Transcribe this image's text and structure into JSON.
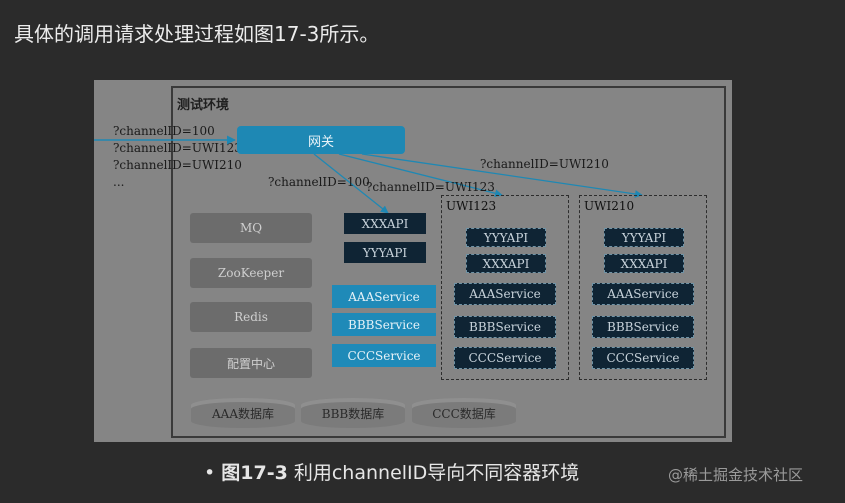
{
  "intro_text": "具体的调用请求处理过程如图17-3所示。",
  "figure": {
    "env_title": "测试环境",
    "incoming_params": [
      "?channelID=100",
      "?channelID=UWI123",
      "?channelID=UWI210",
      "..."
    ],
    "gateway_label": "网关",
    "route_labels": {
      "to_default": "?channelID=100",
      "to_uwi123": "?channelID=UWI123",
      "to_uwi210": "?channelID=UWI210"
    },
    "infra": [
      "MQ",
      "ZooKeeper",
      "Redis",
      "配置中心"
    ],
    "default_apis": [
      "XXXAPI",
      "YYYAPI"
    ],
    "default_services": [
      "AAAService",
      "BBBService",
      "CCCService"
    ],
    "env_uwi123": {
      "title": "UWI123",
      "apis": [
        "YYYAPI",
        "XXXAPI"
      ],
      "services": [
        "AAAService",
        "BBBService",
        "CCCService"
      ]
    },
    "env_uwi210": {
      "title": "UWI210",
      "apis": [
        "YYYAPI",
        "XXXAPI"
      ],
      "services": [
        "AAAService",
        "BBBService",
        "CCCService"
      ]
    },
    "databases": [
      "AAA数据库",
      "BBB数据库",
      "CCC数据库"
    ]
  },
  "caption": {
    "bullet": "•",
    "number": "图17-3",
    "text": "利用channelID导向不同容器环境"
  },
  "watermark": "@稀土掘金技术社区",
  "colors": {
    "accent": "#1e88b4",
    "dark_box": "#0f2434",
    "background": "#2b2b2b"
  }
}
